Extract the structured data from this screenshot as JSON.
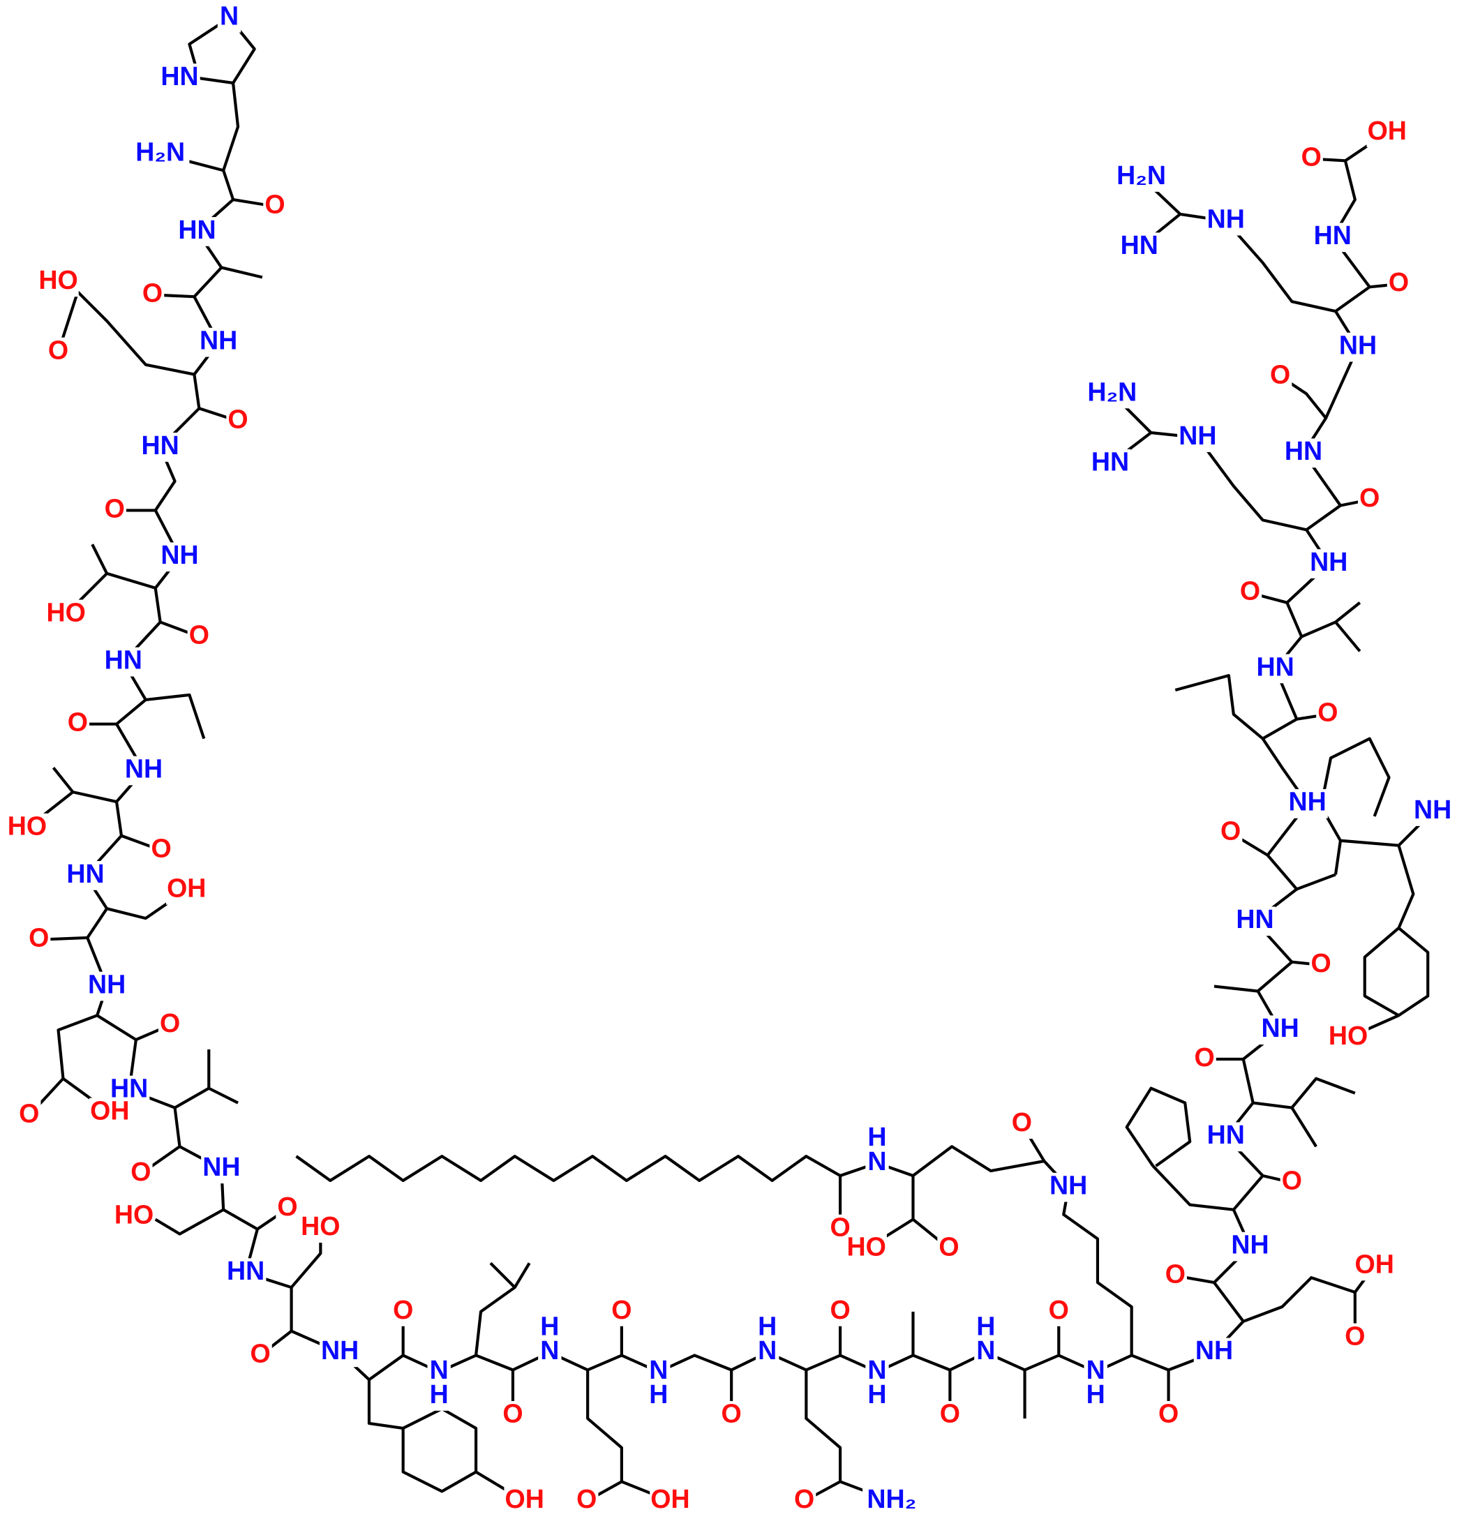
{
  "molecule": {
    "colors": {
      "nitrogen": "#0a0aff",
      "oxygen": "#ff0d0d",
      "carbon": "#000000"
    },
    "atom_labels": [
      {
        "t": "N",
        "e": "n"
      },
      {
        "t": "HN",
        "e": "n"
      },
      {
        "t": "H₂N",
        "e": "n"
      },
      {
        "t": "HN",
        "e": "n"
      },
      {
        "t": "NH",
        "e": "n"
      },
      {
        "t": "HN",
        "e": "n"
      },
      {
        "t": "NH",
        "e": "n"
      },
      {
        "t": "HN",
        "e": "n"
      },
      {
        "t": "NH",
        "e": "n"
      },
      {
        "t": "HN",
        "e": "n"
      },
      {
        "t": "NH",
        "e": "n"
      },
      {
        "t": "HN",
        "e": "n"
      },
      {
        "t": "NH",
        "e": "n"
      },
      {
        "t": "HN",
        "e": "n"
      },
      {
        "t": "NH",
        "e": "n"
      },
      {
        "t": "N",
        "e": "n"
      },
      {
        "t": "H",
        "e": "n"
      },
      {
        "t": "H",
        "e": "n"
      },
      {
        "t": "N",
        "e": "n"
      },
      {
        "t": "N",
        "e": "n"
      },
      {
        "t": "H",
        "e": "n"
      },
      {
        "t": "H",
        "e": "n"
      },
      {
        "t": "N",
        "e": "n"
      },
      {
        "t": "N",
        "e": "n"
      },
      {
        "t": "H",
        "e": "n"
      },
      {
        "t": "H",
        "e": "n"
      },
      {
        "t": "N",
        "e": "n"
      },
      {
        "t": "N",
        "e": "n"
      },
      {
        "t": "H",
        "e": "n"
      },
      {
        "t": "NH",
        "e": "n"
      },
      {
        "t": "H",
        "e": "n"
      },
      {
        "t": "N",
        "e": "n"
      },
      {
        "t": "NH",
        "e": "n"
      },
      {
        "t": "NH",
        "e": "n"
      },
      {
        "t": "HN",
        "e": "n"
      },
      {
        "t": "NH",
        "e": "n"
      },
      {
        "t": "HN",
        "e": "n"
      },
      {
        "t": "NH",
        "e": "n"
      },
      {
        "t": "NH",
        "e": "n"
      },
      {
        "t": "HN",
        "e": "n"
      },
      {
        "t": "NH",
        "e": "n"
      },
      {
        "t": "HN",
        "e": "n"
      },
      {
        "t": "NH",
        "e": "n"
      },
      {
        "t": "H₂N",
        "e": "n"
      },
      {
        "t": "HN",
        "e": "n"
      },
      {
        "t": "NH",
        "e": "n"
      },
      {
        "t": "HN",
        "e": "n"
      },
      {
        "t": "NH",
        "e": "n"
      },
      {
        "t": "H₂N",
        "e": "n"
      },
      {
        "t": "HN",
        "e": "n"
      },
      {
        "t": "NH₂",
        "e": "n"
      },
      {
        "t": "O",
        "e": "o"
      },
      {
        "t": "O",
        "e": "o"
      },
      {
        "t": "HO",
        "e": "o"
      },
      {
        "t": "O",
        "e": "o"
      },
      {
        "t": "O",
        "e": "o"
      },
      {
        "t": "O",
        "e": "o"
      },
      {
        "t": "HO",
        "e": "o"
      },
      {
        "t": "O",
        "e": "o"
      },
      {
        "t": "O",
        "e": "o"
      },
      {
        "t": "HO",
        "e": "o"
      },
      {
        "t": "O",
        "e": "o"
      },
      {
        "t": "OH",
        "e": "o"
      },
      {
        "t": "O",
        "e": "o"
      },
      {
        "t": "O",
        "e": "o"
      },
      {
        "t": "O",
        "e": "o"
      },
      {
        "t": "OH",
        "e": "o"
      },
      {
        "t": "O",
        "e": "o"
      },
      {
        "t": "HO",
        "e": "o"
      },
      {
        "t": "O",
        "e": "o"
      },
      {
        "t": "HO",
        "e": "o"
      },
      {
        "t": "O",
        "e": "o"
      },
      {
        "t": "O",
        "e": "o"
      },
      {
        "t": "O",
        "e": "o"
      },
      {
        "t": "O",
        "e": "o"
      },
      {
        "t": "O",
        "e": "o"
      },
      {
        "t": "O",
        "e": "o"
      },
      {
        "t": "O",
        "e": "o"
      },
      {
        "t": "O",
        "e": "o"
      },
      {
        "t": "O",
        "e": "o"
      },
      {
        "t": "OH",
        "e": "o"
      },
      {
        "t": "O",
        "e": "o"
      },
      {
        "t": "OH",
        "e": "o"
      },
      {
        "t": "O",
        "e": "o"
      },
      {
        "t": "O",
        "e": "o"
      },
      {
        "t": "HO",
        "e": "o"
      },
      {
        "t": "O",
        "e": "o"
      },
      {
        "t": "O",
        "e": "o"
      },
      {
        "t": "O",
        "e": "o"
      },
      {
        "t": "OH",
        "e": "o"
      },
      {
        "t": "O",
        "e": "o"
      },
      {
        "t": "O",
        "e": "o"
      },
      {
        "t": "O",
        "e": "o"
      },
      {
        "t": "HO",
        "e": "o"
      },
      {
        "t": "O",
        "e": "o"
      },
      {
        "t": "O",
        "e": "o"
      },
      {
        "t": "O",
        "e": "o"
      },
      {
        "t": "O",
        "e": "o"
      },
      {
        "t": "O",
        "e": "o"
      },
      {
        "t": "O",
        "e": "o"
      },
      {
        "t": "O",
        "e": "o"
      },
      {
        "t": "O",
        "e": "o"
      },
      {
        "t": "OH",
        "e": "o"
      }
    ]
  }
}
